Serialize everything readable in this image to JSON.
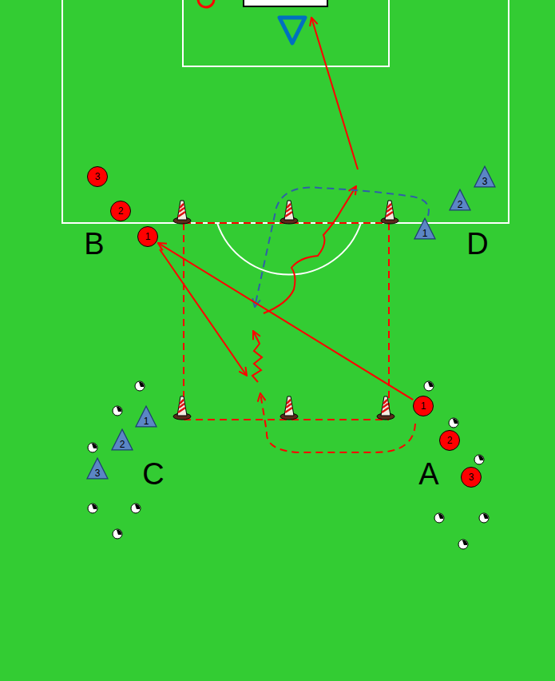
{
  "diagram": {
    "nodes": [
      {
        "text": [
          "3"
        ]
      },
      {
        "text": [
          "2"
        ]
      },
      {
        "text": [
          "1"
        ]
      },
      {
        "text": [
          "3"
        ]
      },
      {
        "text": [
          "2"
        ]
      },
      {
        "text": [
          "1"
        ]
      },
      {
        "text": [
          "1"
        ]
      },
      {
        "text": [
          "2"
        ]
      },
      {
        "text": [
          "3"
        ]
      },
      {
        "text": [
          "1"
        ]
      },
      {
        "text": [
          "2"
        ]
      },
      {
        "text": [
          "3"
        ]
      }
    ],
    "edges": [
      {
        "from": 9,
        "to": 2,
        "arrow": "to"
      }
    ],
    "labels": [
      "B",
      "D",
      "C",
      "A"
    ]
  }
}
